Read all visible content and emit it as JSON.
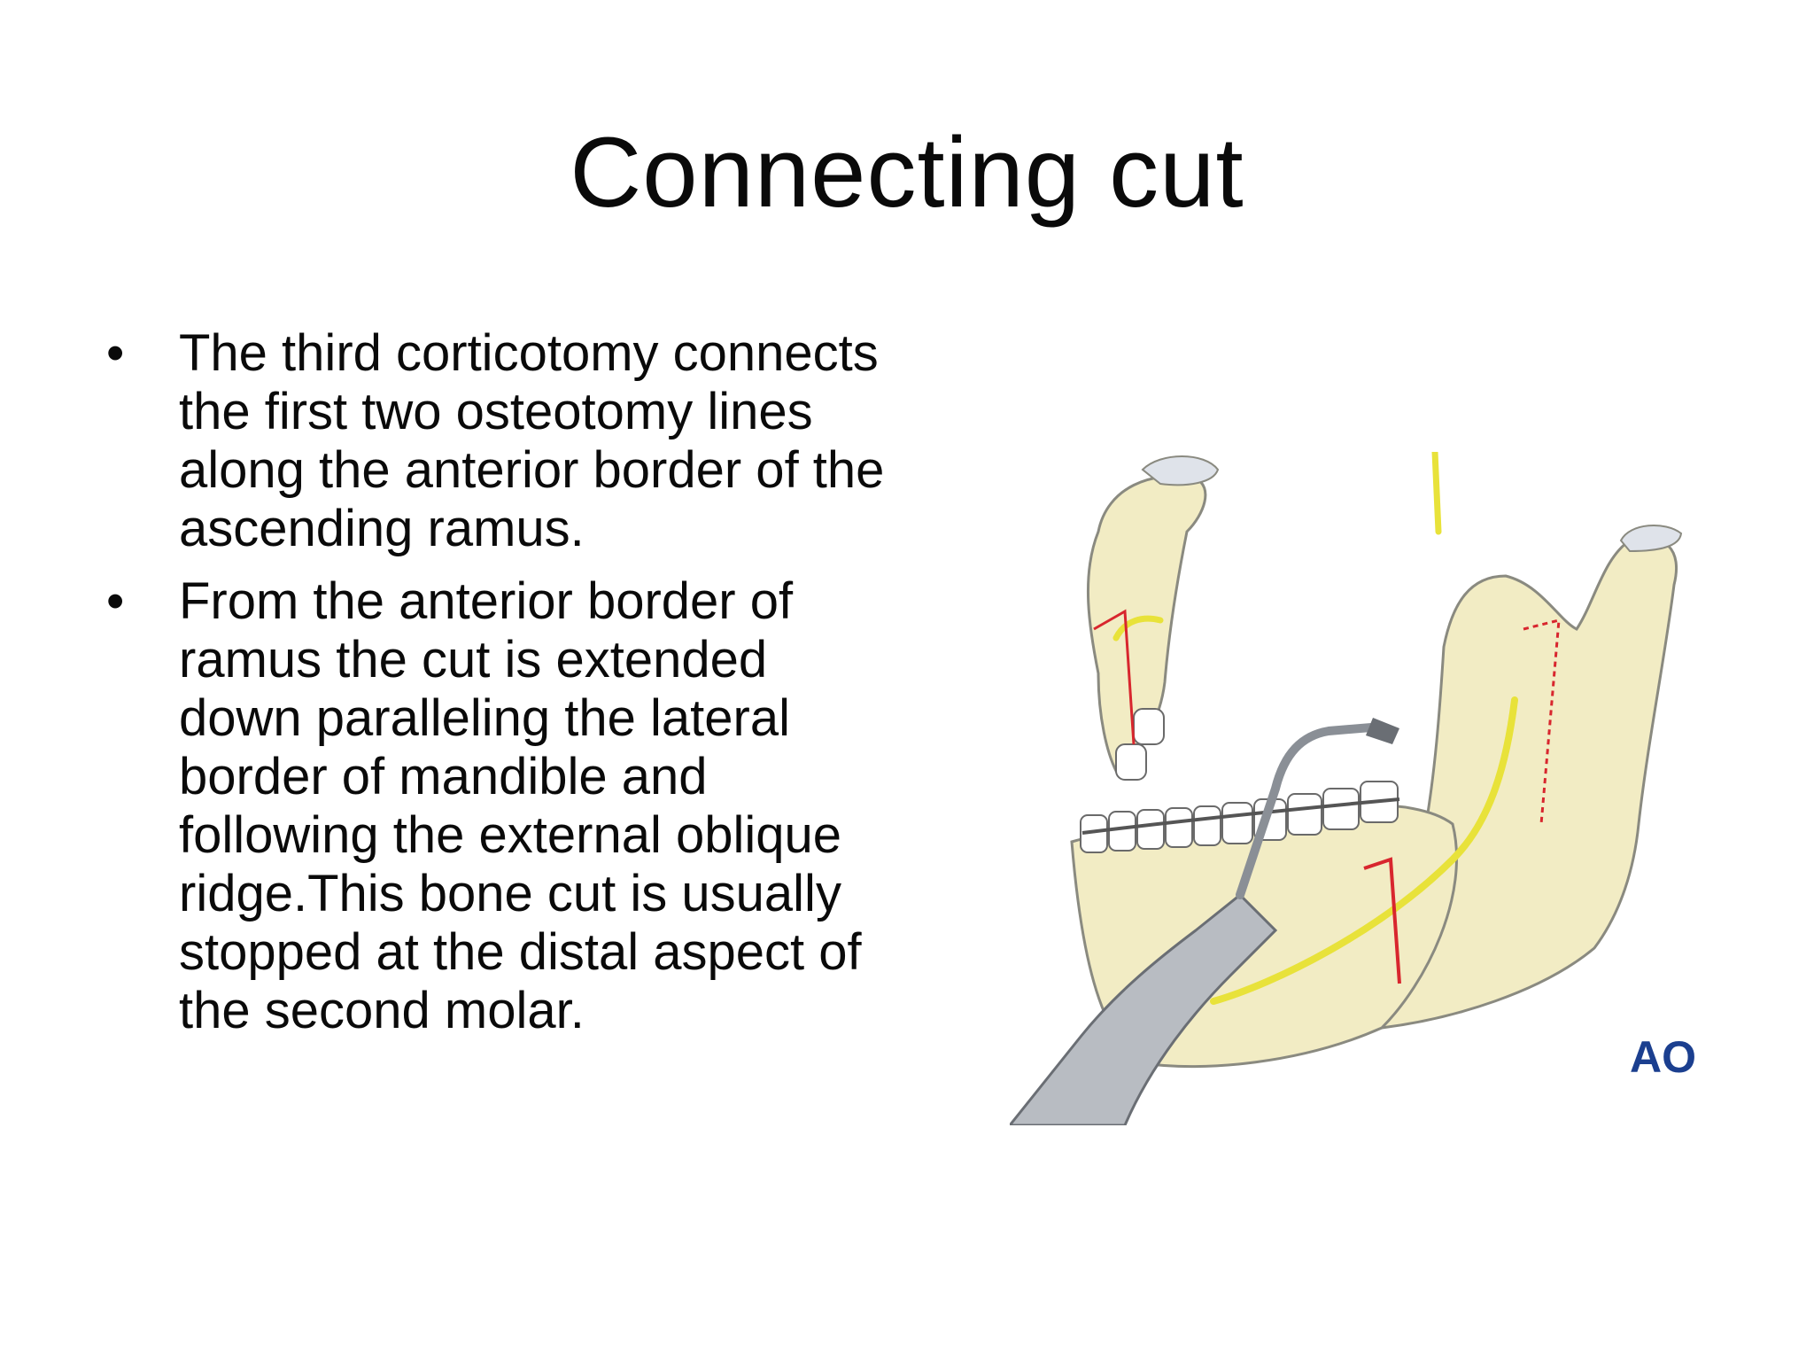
{
  "slide": {
    "title": "Connecting cut",
    "bullets": [
      {
        "marker": "•",
        "text": "The third corticotomy connects the first two osteotomy lines along the anterior border of the ascending ramus."
      },
      {
        "marker": "•",
        "text": "From the anterior border of ramus the cut is extended down paralleling the lateral border of mandible and following the external oblique ridge.This bone cut is usually stopped at the distal aspect of the second molar."
      }
    ]
  },
  "illustration": {
    "logo_text": "AO",
    "colors": {
      "bone": "#f2ecc4",
      "bone_outline": "#8a8a80",
      "cut_line": "#d8262e",
      "nerve": "#e8e23a",
      "instrument": "#9aa0a6",
      "logo": "#1b3f8f"
    }
  }
}
